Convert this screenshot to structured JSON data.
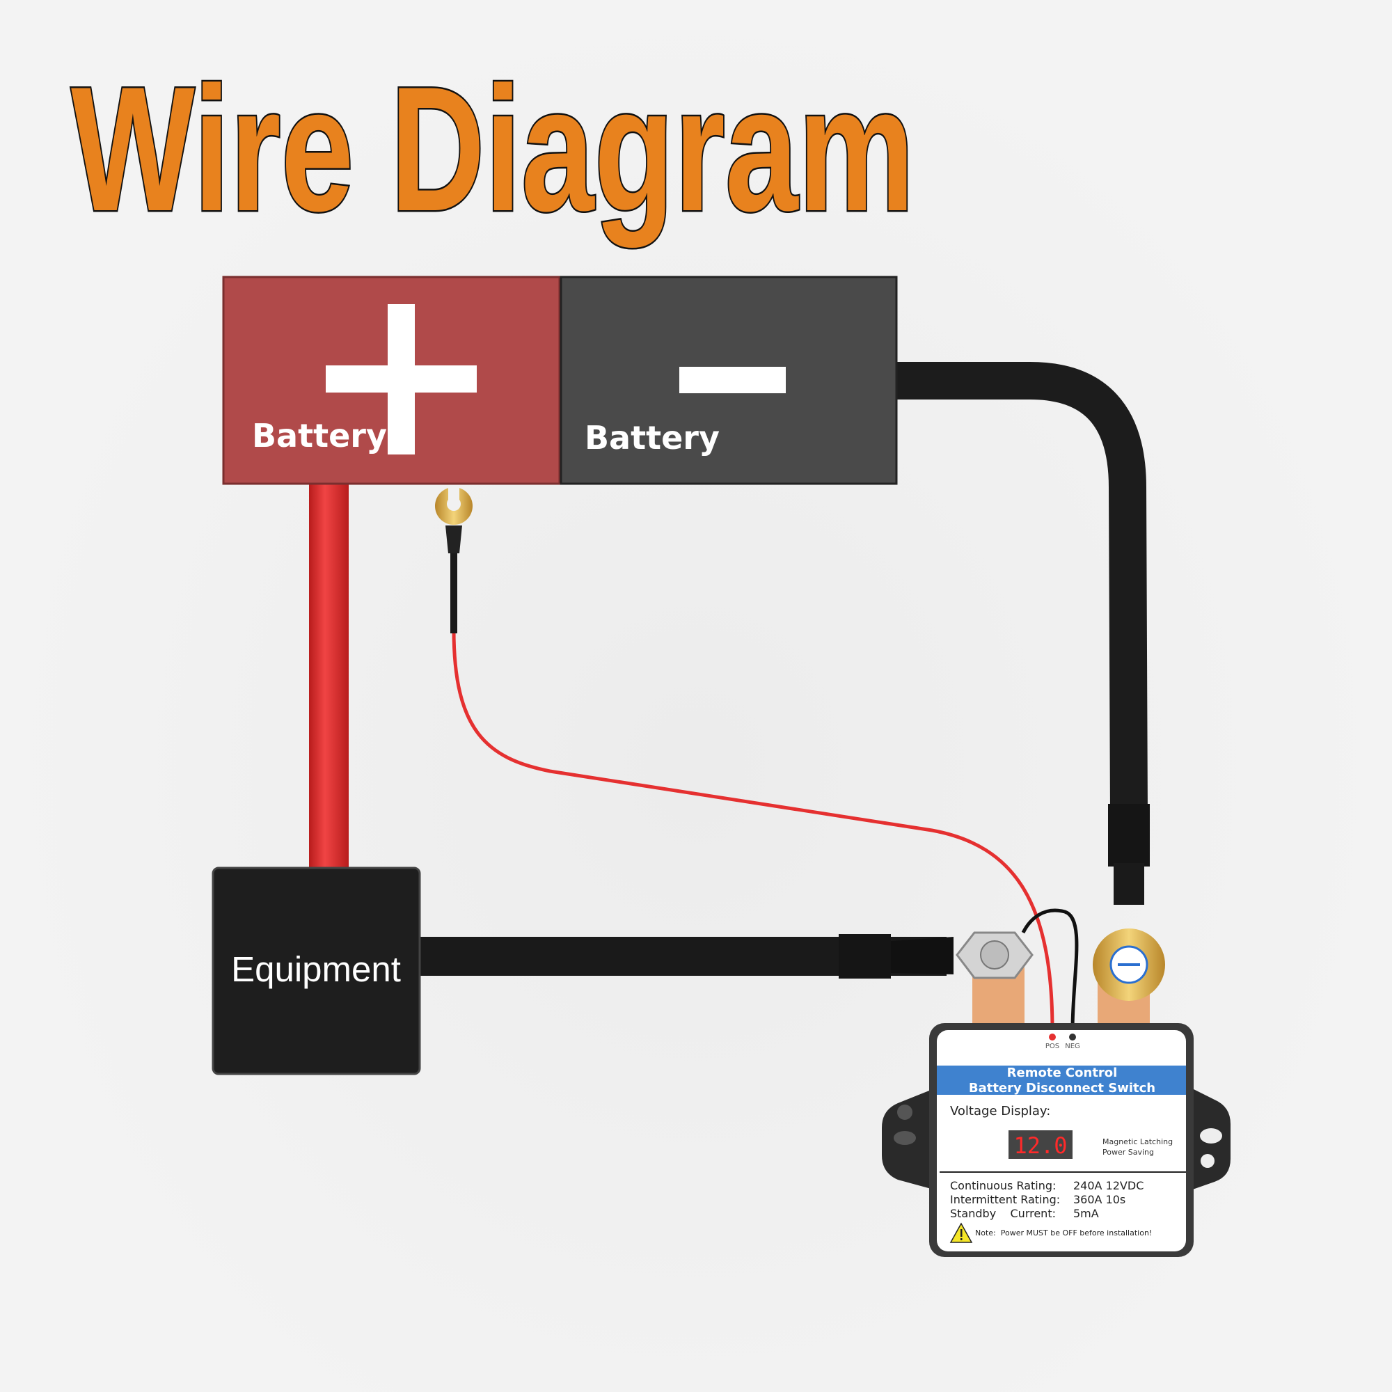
{
  "title": "Wire Diagram",
  "battery_positive": {
    "label": "Battery",
    "symbol": "plus-icon",
    "color": "#B04A4A"
  },
  "battery_negative": {
    "label": "Battery",
    "symbol": "minus-icon",
    "color": "#4A4A4A"
  },
  "equipment": {
    "label": "Equipment",
    "color": "#1E1E1E"
  },
  "wire_colors": {
    "positive": "#E53030",
    "negative": "#1E1E1E"
  },
  "title_color": "#E8821E",
  "device": {
    "indicators": {
      "pos": "POS",
      "neg": "NEG"
    },
    "title_line1": "Remote Control",
    "title_line2": "Battery Disconnect Switch",
    "band_color": "#3F82CF",
    "voltage_label": "Voltage Display:",
    "voltage_value": "12.0",
    "features": [
      "Magnetic Latching",
      "Power Saving"
    ],
    "specs": [
      {
        "label": "Continuous Rating:",
        "value": "240A 12VDC"
      },
      {
        "label": "Intermittent Rating:",
        "value": "360A 10s"
      },
      {
        "label": "Standby    Current:",
        "value": "5mA"
      }
    ],
    "note": "Note:  Power MUST be OFF before installation!"
  }
}
